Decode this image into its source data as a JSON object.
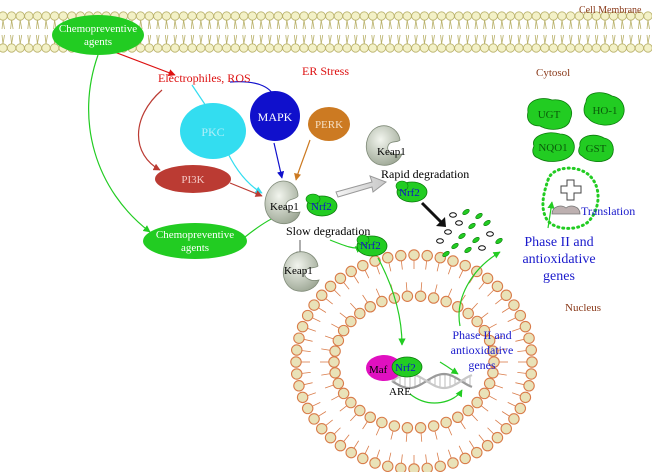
{
  "labels": {
    "cell_membrane": "Cell Membrane",
    "cytosol": "Cytosol",
    "nucleus": "Nucleus",
    "er_stress": "ER Stress",
    "electrophiles_ros": "Electrophiles, ROS",
    "chemopreventive_top": "Chemopreventive agents",
    "chemopreventive_top_line1": "Chemopreventive",
    "chemopreventive_top_line2": "agents",
    "chemopreventive_mid_line1": "Chemopreventive",
    "chemopreventive_mid_line2": "agents",
    "mapk": "MAPK",
    "pkc": "PKC",
    "perk": "PERK",
    "pi3k": "PI3K",
    "keap1_center": "Keap1",
    "nrf2_center": "Nrf2",
    "keap1_top": "Keap1",
    "rapid_degradation": "Rapid degradation",
    "nrf2_rapid": "Nrf2",
    "slow_degradation": "Slow degradation",
    "nrf2_slow": "Nrf2",
    "keap1_bottom": "Keap1",
    "ugt": "UGT",
    "ho1": "HO-1",
    "nqo1": "NQO1",
    "gst": "GST",
    "translation": "Translation",
    "phase2_cyto_line1": "Phase II and",
    "phase2_cyto_line2": "antioxidative",
    "phase2_cyto_line3": "genes",
    "phase2_nuc_line1": "Phase II and",
    "phase2_nuc_line2": "antioxidative",
    "phase2_nuc_line3": "genes",
    "maf": "Maf",
    "nrf2_nucleus": "Nrf2",
    "are": "ARE"
  },
  "colors": {
    "membrane_head": "#f3f1c7",
    "membrane_head_stroke": "#b9b16a",
    "nucleus_head": "#e9e2b8",
    "nucleus_head_stroke": "#d97c4a",
    "green": "#22cc22",
    "green_dark": "#0a7a0a",
    "red_text": "#dd1111",
    "blue_text": "#1a1acc",
    "brown_text": "#8a3a1a",
    "mapk": "#1010cc",
    "pkc": "#33ddf0",
    "perk": "#cc7a22",
    "pi3k": "#bb3b33",
    "maf": "#e010c0",
    "keap1": "#c9d2bf"
  }
}
